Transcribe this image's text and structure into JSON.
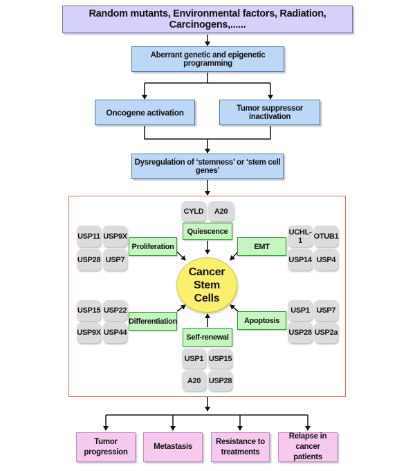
{
  "top": {
    "causes": "Random mutants, Environmental factors, Radiation, Carcinogens,......",
    "aberrant": "Aberrant genetic and epigenetic programming",
    "oncogene": "Oncogene activation",
    "tumor_suppressor": "Tumor suppressor inactivation",
    "dysregulation": "Dysregulation of ‘stemness’ or ‘stem cell genes’"
  },
  "center": {
    "line1": "Cancer Stem",
    "line2": "Cells"
  },
  "processes": {
    "quiescence": "Quiescence",
    "proliferation": "Proliferation",
    "emt": "EMT",
    "differentiation": "Differentiation",
    "apoptosis": "Apoptosis",
    "self_renewal": "Self-renewal"
  },
  "genes": {
    "quiescence": [
      "CYLD",
      "A20"
    ],
    "proliferation": [
      "USP11",
      "USP9X",
      "USP28",
      "USP7"
    ],
    "emt": [
      "UCHL-1",
      "OTUB1",
      "USP14",
      "USP4"
    ],
    "differentiation": [
      "USP15",
      "USP22",
      "USP9X",
      "USP44"
    ],
    "apoptosis": [
      "USP1",
      "USP7",
      "USP28",
      "USP2a"
    ],
    "self_renewal": [
      "USP1",
      "USP15",
      "A20",
      "USP28"
    ]
  },
  "outcomes": [
    {
      "line1": "Tumor",
      "line2": "progression"
    },
    {
      "line1": "Metastasis",
      "line2": ""
    },
    {
      "line1": "Resistance to",
      "line2": "treatments"
    },
    {
      "line1": "Relapse in cancer",
      "line2": "patients"
    }
  ]
}
